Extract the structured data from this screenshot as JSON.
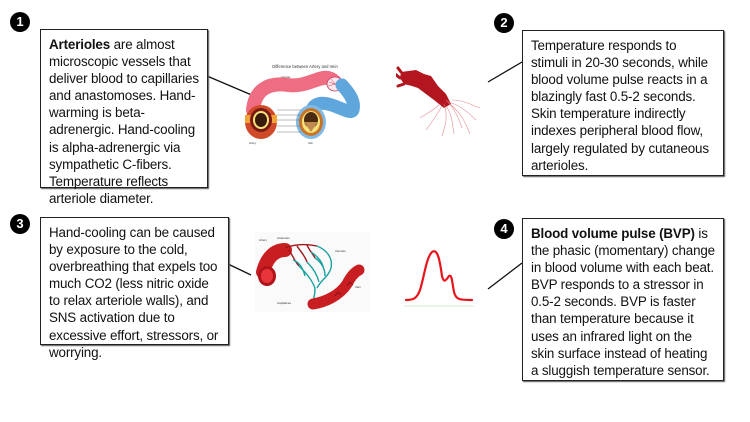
{
  "panels": [
    {
      "number": "1",
      "bold_lead": "Arterioles",
      "text": " are almost microscopic vessels that deliver blood to capillaries and anastomoses. Hand-warming is beta-adrenergic. Hand-cooling is alpha-adrenergic via sympathetic C-fibers. Temperature reflects arteriole diameter.",
      "illustration": "artery-vein-diagram"
    },
    {
      "number": "2",
      "bold_lead": "",
      "text": "Temperature responds to stimuli in 20-30 seconds, while blood volume pulse reacts in a blazingly fast 0.5-2 seconds. Skin temperature indirectly indexes peripheral blood flow, largely regulated by cutaneous arterioles.",
      "illustration": "hand-vasculature-image"
    },
    {
      "number": "3",
      "bold_lead": "",
      "text": "Hand-cooling can be caused by exposure to the cold, overbreathing that expels too much CO2 (less nitric oxide to relax arteriole walls), and SNS activation due to excessive effort, stressors, or worrying.",
      "illustration": "capillary-bed-diagram"
    },
    {
      "number": "4",
      "bold_lead": "Blood volume pulse (BVP)",
      "text": " is the phasic (momentary) change in blood volume with each beat. BVP responds to a stressor in 0.5-2 seconds. BVP is faster than temperature because it uses an infrared light on the skin surface instead of heating a sluggish temperature sensor.",
      "illustration": "bvp-waveform"
    }
  ],
  "artery_vein_diagram": {
    "title": "Difference between Artery and Vein",
    "labels": [
      "arteriole",
      "venule",
      "Artery",
      "Vein"
    ]
  },
  "capillary_diagram": {
    "labels": [
      "Artery",
      "Arterioles",
      "Venules",
      "Capillaries",
      "Vein"
    ]
  },
  "colors": {
    "artery_red": "#d42a2a",
    "artery_pink": "#ee6d82",
    "vein_blue": "#5ea6dc",
    "capillary_teal": "#1aa0a0",
    "bvp_line": "#e8141c",
    "badge": "#000000"
  }
}
